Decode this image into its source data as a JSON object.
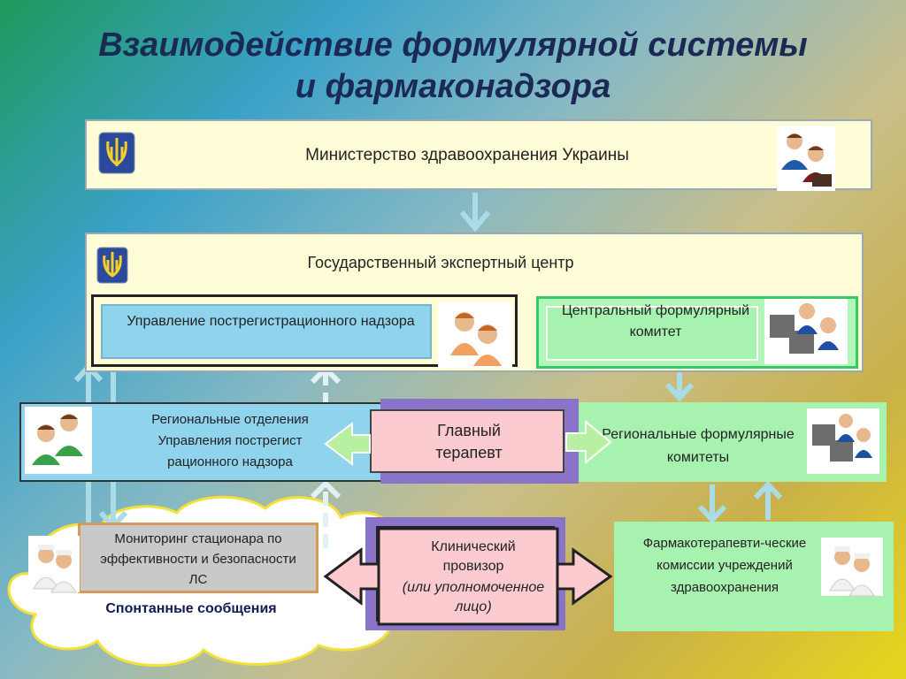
{
  "title": {
    "line1": "Взаимодействие формулярной системы",
    "line2": "и фармаконадзора"
  },
  "ministry": {
    "label": "Министерство здравоохранения Украины"
  },
  "expert_center": {
    "label": "Государственный экспертный центр"
  },
  "post_reg": {
    "label": "Управление пострегистрационного надзора"
  },
  "central_committee": {
    "label": "Центральный формулярный комитет"
  },
  "regional_offices": {
    "label": "Региональные отделения Управления пострегист рационного надзора"
  },
  "chief_therapist": {
    "label": "Главный терапевт"
  },
  "regional_committees": {
    "label": "Региональные формулярные комитеты"
  },
  "monitoring": {
    "label": "Мониторинг стационара по эффективности и безопасности ЛС"
  },
  "spontaneous": {
    "label": "Спонтанные сообщения"
  },
  "clinical": {
    "label_main": "Клинический провизор",
    "label_alt": "(или уполномоченное лицо)"
  },
  "pharma_commissions": {
    "label": "Фармакотерапевти-ческие комиссии учреждений здравоохранения"
  },
  "icons": [
    "trident-icon",
    "people-icon",
    "computer-users-icon",
    "doctors-icon"
  ]
}
